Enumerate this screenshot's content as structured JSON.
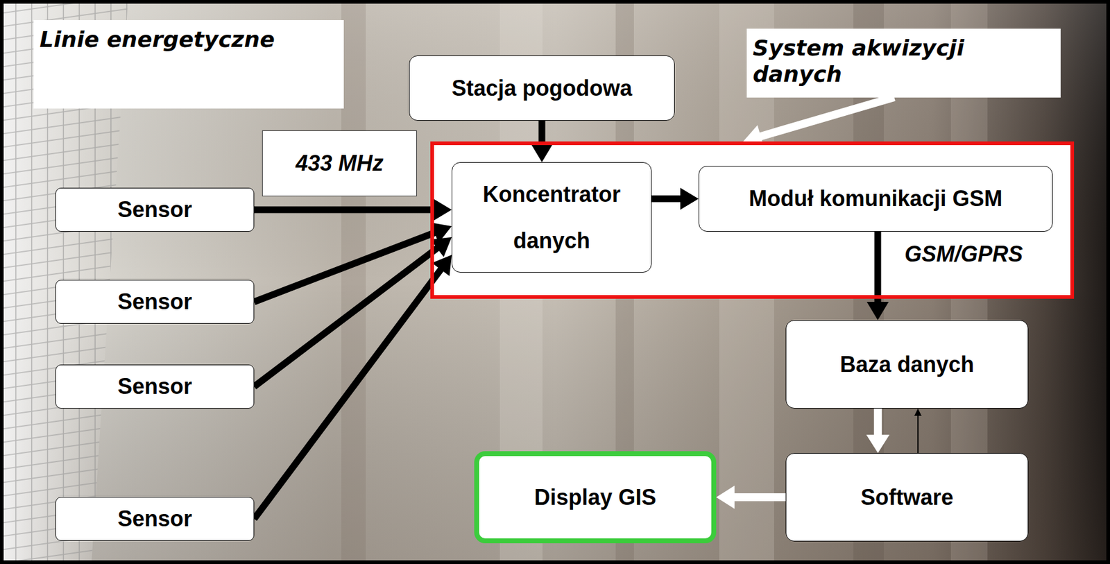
{
  "diagram": {
    "nodes": [
      {
        "text": [
          "Linie energetyczne"
        ]
      },
      {
        "text": [
          "Stacja pogodowa"
        ]
      },
      {
        "text": [
          "System akwizycji danych"
        ]
      },
      {
        "text": [
          "433 MHz"
        ]
      },
      {
        "text": []
      },
      {
        "text": [
          "Koncentrator danych"
        ],
        "in": 4
      },
      {
        "text": [
          "Moduł komunikacji GSM"
        ],
        "in": 4
      },
      {
        "text": [
          "Sensor"
        ]
      },
      {
        "text": [
          "Sensor"
        ]
      },
      {
        "text": [
          "Sensor"
        ]
      },
      {
        "text": [
          "Baza danych"
        ]
      },
      {
        "text": [
          "Display GIS"
        ]
      },
      {
        "text": [
          "Software"
        ]
      },
      {
        "text": [
          "Sensor"
        ]
      }
    ],
    "edges": [
      {
        "from": 1,
        "to": 5,
        "arrow": "to"
      },
      {
        "from": 2,
        "to": 4,
        "arrow": "to"
      },
      {
        "from": 7,
        "to": 5,
        "arrow": "to"
      },
      {
        "from": 8,
        "to": 5,
        "arrow": "to"
      },
      {
        "from": 9,
        "to": 5,
        "arrow": "to"
      },
      {
        "from": 13,
        "to": 5,
        "arrow": "to"
      },
      {
        "from": 5,
        "to": 6,
        "arrow": "to"
      },
      {
        "from": 6,
        "to": 10,
        "label": "GSM/GPRS",
        "arrow": "to"
      },
      {
        "from": 10,
        "to": 12,
        "arrow": "to"
      },
      {
        "from": 12,
        "to": 10,
        "arrow": "to"
      },
      {
        "from": 12,
        "to": 11,
        "arrow": "to"
      }
    ]
  }
}
